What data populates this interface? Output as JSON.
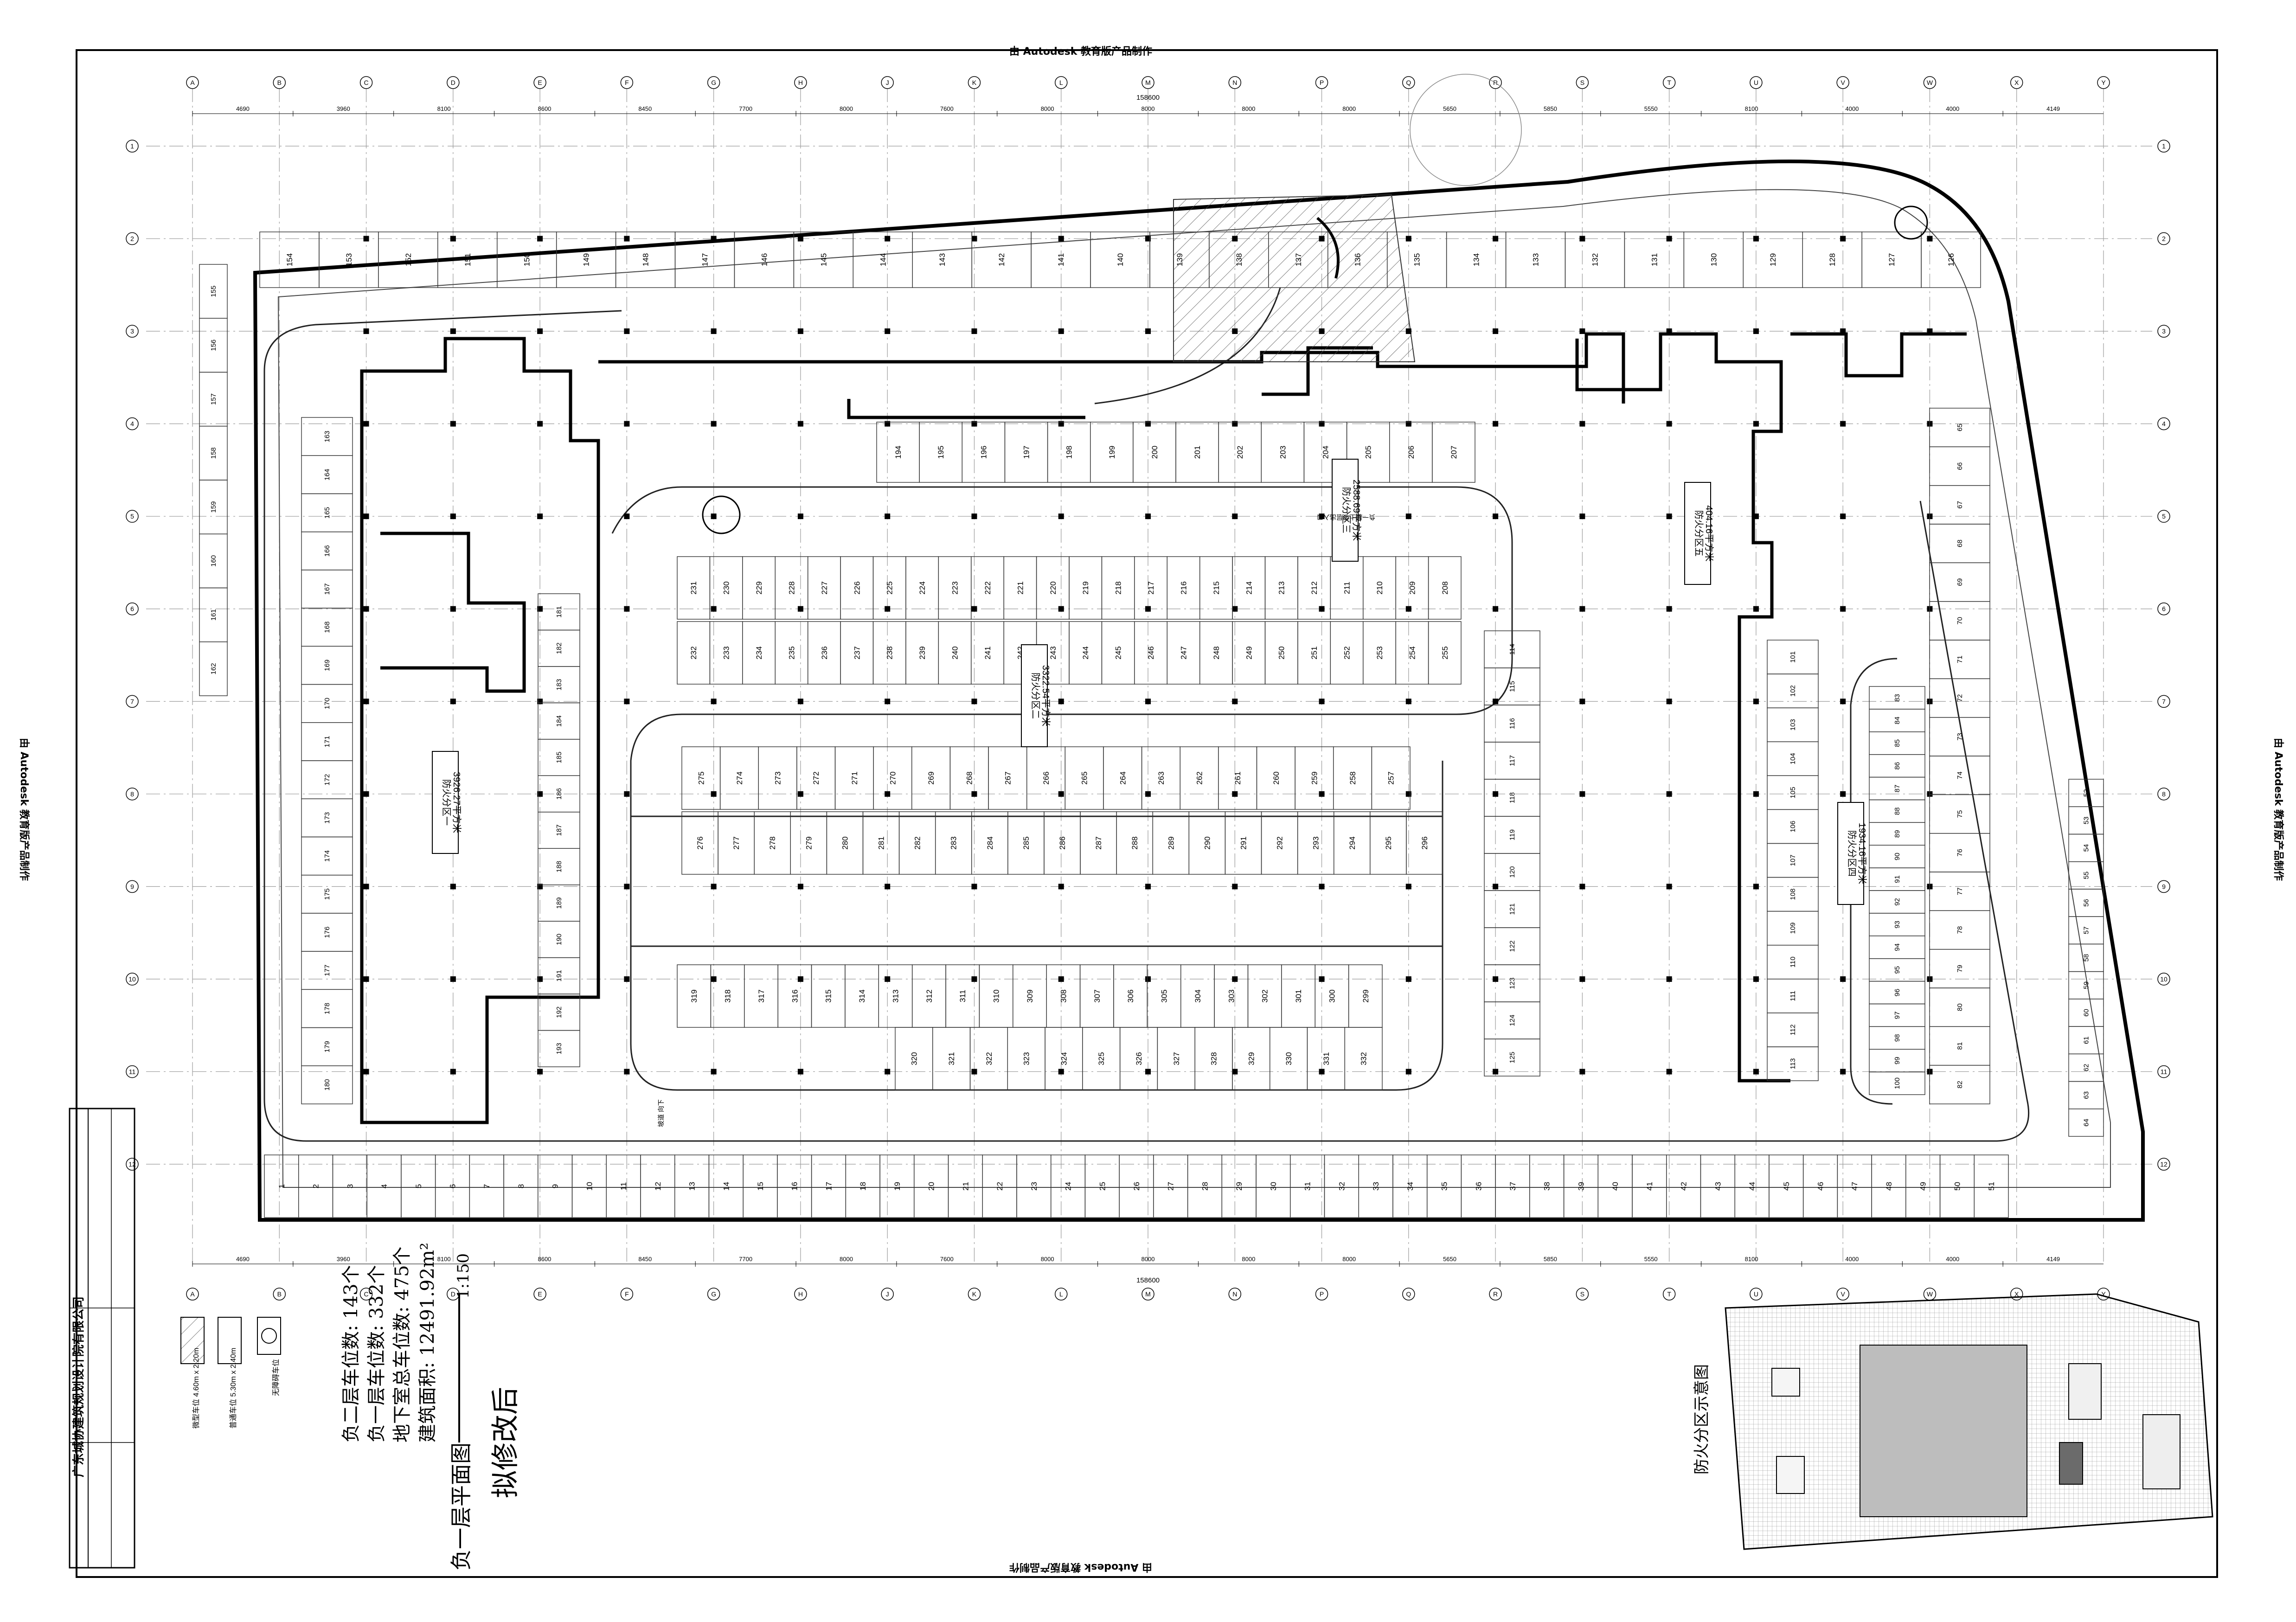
{
  "watermark": "由 Autodesk 教育版产品制作",
  "title": {
    "main": "拟修改后",
    "drawing_name": "负一层平面图",
    "scale": "1:150",
    "area_line": "建筑面积: 12491.92m²",
    "total_line": "地下室总车位数: 475个",
    "b1_line": "负一层车位数: 332个",
    "b2_line": "负二层车位数: 143个"
  },
  "legend": {
    "accessible_label": "无障碍车位",
    "standard_label": "普通车位 5.30m x 2.40m",
    "small_label": "微型车位 4.60m x 2.20m"
  },
  "company": "广东城协建筑规划设计院有限公司",
  "fire_zones": [
    {
      "label": "防火分区一",
      "area": "3926.27平方米"
    },
    {
      "label": "防火分区二",
      "area": "3322.54平方米"
    },
    {
      "label": "防火分区三",
      "area": "2588.69平方米"
    },
    {
      "label": "防火分区四",
      "area": "1934.16平方米"
    },
    {
      "label": "防火分区五",
      "area": "404.16平方米"
    }
  ],
  "keyplan_title": "防火分区示意图",
  "axis": {
    "columns": [
      "A",
      "B",
      "C",
      "D",
      "E",
      "F",
      "G",
      "H",
      "J",
      "K",
      "L",
      "M",
      "N",
      "P",
      "Q",
      "R",
      "S",
      "T",
      "U",
      "V",
      "W",
      "X",
      "Y"
    ],
    "rows": [
      "1",
      "2",
      "3",
      "4",
      "5",
      "6",
      "7",
      "8",
      "9",
      "10",
      "11",
      "12"
    ],
    "spans_top": [
      "4690",
      "3960",
      "8100",
      "8600",
      "8450",
      "7700",
      "8000",
      "7600",
      "8000",
      "8000",
      "8000",
      "8000",
      "5650",
      "5850",
      "5550",
      "8100",
      "4000",
      "4000",
      "4149"
    ],
    "total": "158600"
  },
  "stalls": {
    "bottom_row": [
      "1",
      "2",
      "3",
      "4",
      "5",
      "6",
      "7",
      "8",
      "9",
      "10",
      "11",
      "12",
      "13",
      "14",
      "15",
      "16",
      "17",
      "18",
      "19",
      "20",
      "21",
      "22",
      "23",
      "24",
      "25",
      "26",
      "27",
      "28",
      "29",
      "30",
      "31",
      "32",
      "33",
      "34",
      "35",
      "36",
      "37",
      "38",
      "39",
      "40",
      "41",
      "42",
      "43",
      "44",
      "45",
      "46",
      "47",
      "48",
      "49",
      "50",
      "51"
    ],
    "center_row_a": [
      "231",
      "230",
      "229",
      "228",
      "227",
      "226",
      "225",
      "224",
      "223",
      "222",
      "221",
      "220",
      "219",
      "218",
      "217",
      "216",
      "215",
      "214",
      "213",
      "212",
      "211",
      "210",
      "209",
      "208"
    ],
    "center_row_b": [
      "232",
      "233",
      "234",
      "235",
      "236",
      "237",
      "238",
      "239",
      "240",
      "241",
      "242",
      "243",
      "244",
      "245",
      "246",
      "247",
      "248",
      "249",
      "250",
      "251",
      "252",
      "253",
      "254",
      "255"
    ],
    "center_row_c": [
      "275",
      "274",
      "273",
      "272",
      "271",
      "270",
      "269",
      "268",
      "267",
      "266",
      "265",
      "264",
      "263",
      "262",
      "261",
      "260",
      "259",
      "258",
      "257"
    ],
    "center_row_d": [
      "276",
      "277",
      "278",
      "279",
      "280",
      "281",
      "282",
      "283",
      "284",
      "285",
      "286",
      "287",
      "288",
      "289",
      "290",
      "291",
      "292",
      "293",
      "294",
      "295",
      "296"
    ],
    "center_row_e": [
      "319",
      "318",
      "317",
      "316",
      "315",
      "314",
      "313",
      "312",
      "311",
      "310",
      "309",
      "308",
      "307",
      "306",
      "305",
      "304",
      "303",
      "302",
      "301",
      "300",
      "299"
    ],
    "center_row_f": [
      "320",
      "321",
      "322",
      "323",
      "324",
      "325",
      "326",
      "327",
      "328",
      "329",
      "330",
      "331",
      "332"
    ],
    "top_row": [
      "154",
      "153",
      "152",
      "151",
      "150",
      "149",
      "148",
      "147",
      "146",
      "145",
      "144",
      "143",
      "142",
      "141",
      "140",
      "139",
      "138",
      "137",
      "136",
      "135",
      "134",
      "133",
      "132",
      "131",
      "130",
      "129",
      "128",
      "127",
      "126"
    ],
    "upper_row": [
      "194",
      "195",
      "196",
      "197",
      "198",
      "199",
      "200",
      "201",
      "202",
      "203",
      "204",
      "205",
      "206",
      "207"
    ],
    "west_col": [
      "155",
      "156",
      "157",
      "158",
      "159",
      "160",
      "161",
      "162",
      "163",
      "164",
      "165",
      "166",
      "167",
      "168",
      "169",
      "170",
      "171",
      "172",
      "173",
      "174",
      "175",
      "176",
      "177",
      "178",
      "179",
      "180",
      "181",
      "182",
      "183",
      "184",
      "185",
      "186",
      "187",
      "188",
      "189",
      "190",
      "191",
      "192",
      "193"
    ],
    "east_col": [
      "52",
      "53",
      "54",
      "55",
      "56",
      "57",
      "58",
      "59",
      "60",
      "61",
      "62",
      "63",
      "64",
      "65",
      "66",
      "67",
      "68",
      "69",
      "70",
      "71",
      "72",
      "73",
      "74",
      "75",
      "76",
      "77",
      "78",
      "79",
      "80",
      "81",
      "82",
      "83",
      "84",
      "85",
      "86",
      "87",
      "88",
      "89",
      "90",
      "91",
      "92",
      "93",
      "94",
      "95",
      "96",
      "97",
      "98",
      "99",
      "100"
    ],
    "east_inner": [
      "101",
      "102",
      "103",
      "104",
      "105",
      "106",
      "107",
      "108",
      "109",
      "110",
      "111",
      "112",
      "113",
      "114",
      "115",
      "116",
      "117",
      "118",
      "119",
      "120",
      "121",
      "122",
      "123",
      "124",
      "125"
    ]
  },
  "notes": {
    "ramp_down": "坡道 向下",
    "entry_label": "负一层上坡层出入口"
  }
}
